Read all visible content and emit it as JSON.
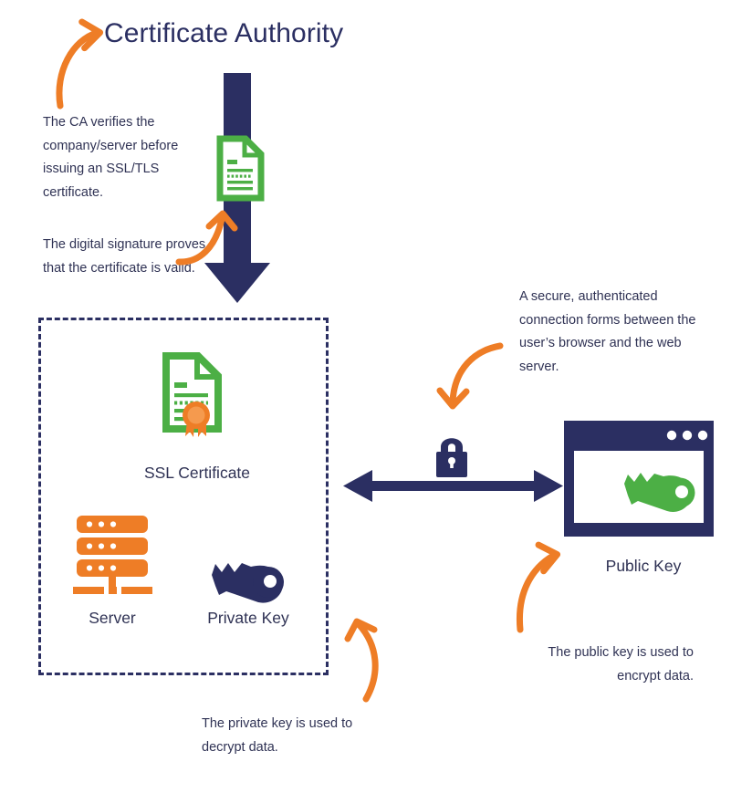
{
  "diagram": {
    "title": "Certificate Authority",
    "type": "ssl-tls-handshake-diagram",
    "colors": {
      "navy": "#2b2f62",
      "orange": "#ee7d26",
      "green": "#4caf45",
      "text": "#2f3254",
      "background": "#ffffff"
    }
  },
  "notes": {
    "ca_verifies": "The CA verifies the company/server before issuing an SSL/TLS certificate.",
    "digital_signature": "The digital signature proves that the certificate is valid.",
    "secure_connection": "A secure, authenticated connection forms between the user’s browser and the web server.",
    "public_key_use": "The public key is used to encrypt data.",
    "private_key_use": "The private key is used to decrypt data."
  },
  "labels": {
    "ssl_certificate": "SSL Certificate",
    "server": "Server",
    "private_key": "Private Key",
    "public_key": "Public Key"
  },
  "icons": {
    "ca_document": "document-icon",
    "ssl_certificate": "certificate-seal-icon",
    "server": "server-stack-icon",
    "private_key": "key-icon",
    "public_key": "key-icon",
    "lock": "padlock-icon",
    "browser": "browser-window-icon"
  },
  "arrows": {
    "issuance": "downward-navy-arrow",
    "connection": "double-headed-navy-arrow",
    "callout_title": "curved-orange-arrow-to-title",
    "callout_signature": "curved-orange-arrow-to-document",
    "callout_secure": "curved-orange-arrow-to-lock",
    "callout_public": "curved-orange-arrow-to-browser",
    "callout_private": "curved-orange-arrow-to-box"
  }
}
